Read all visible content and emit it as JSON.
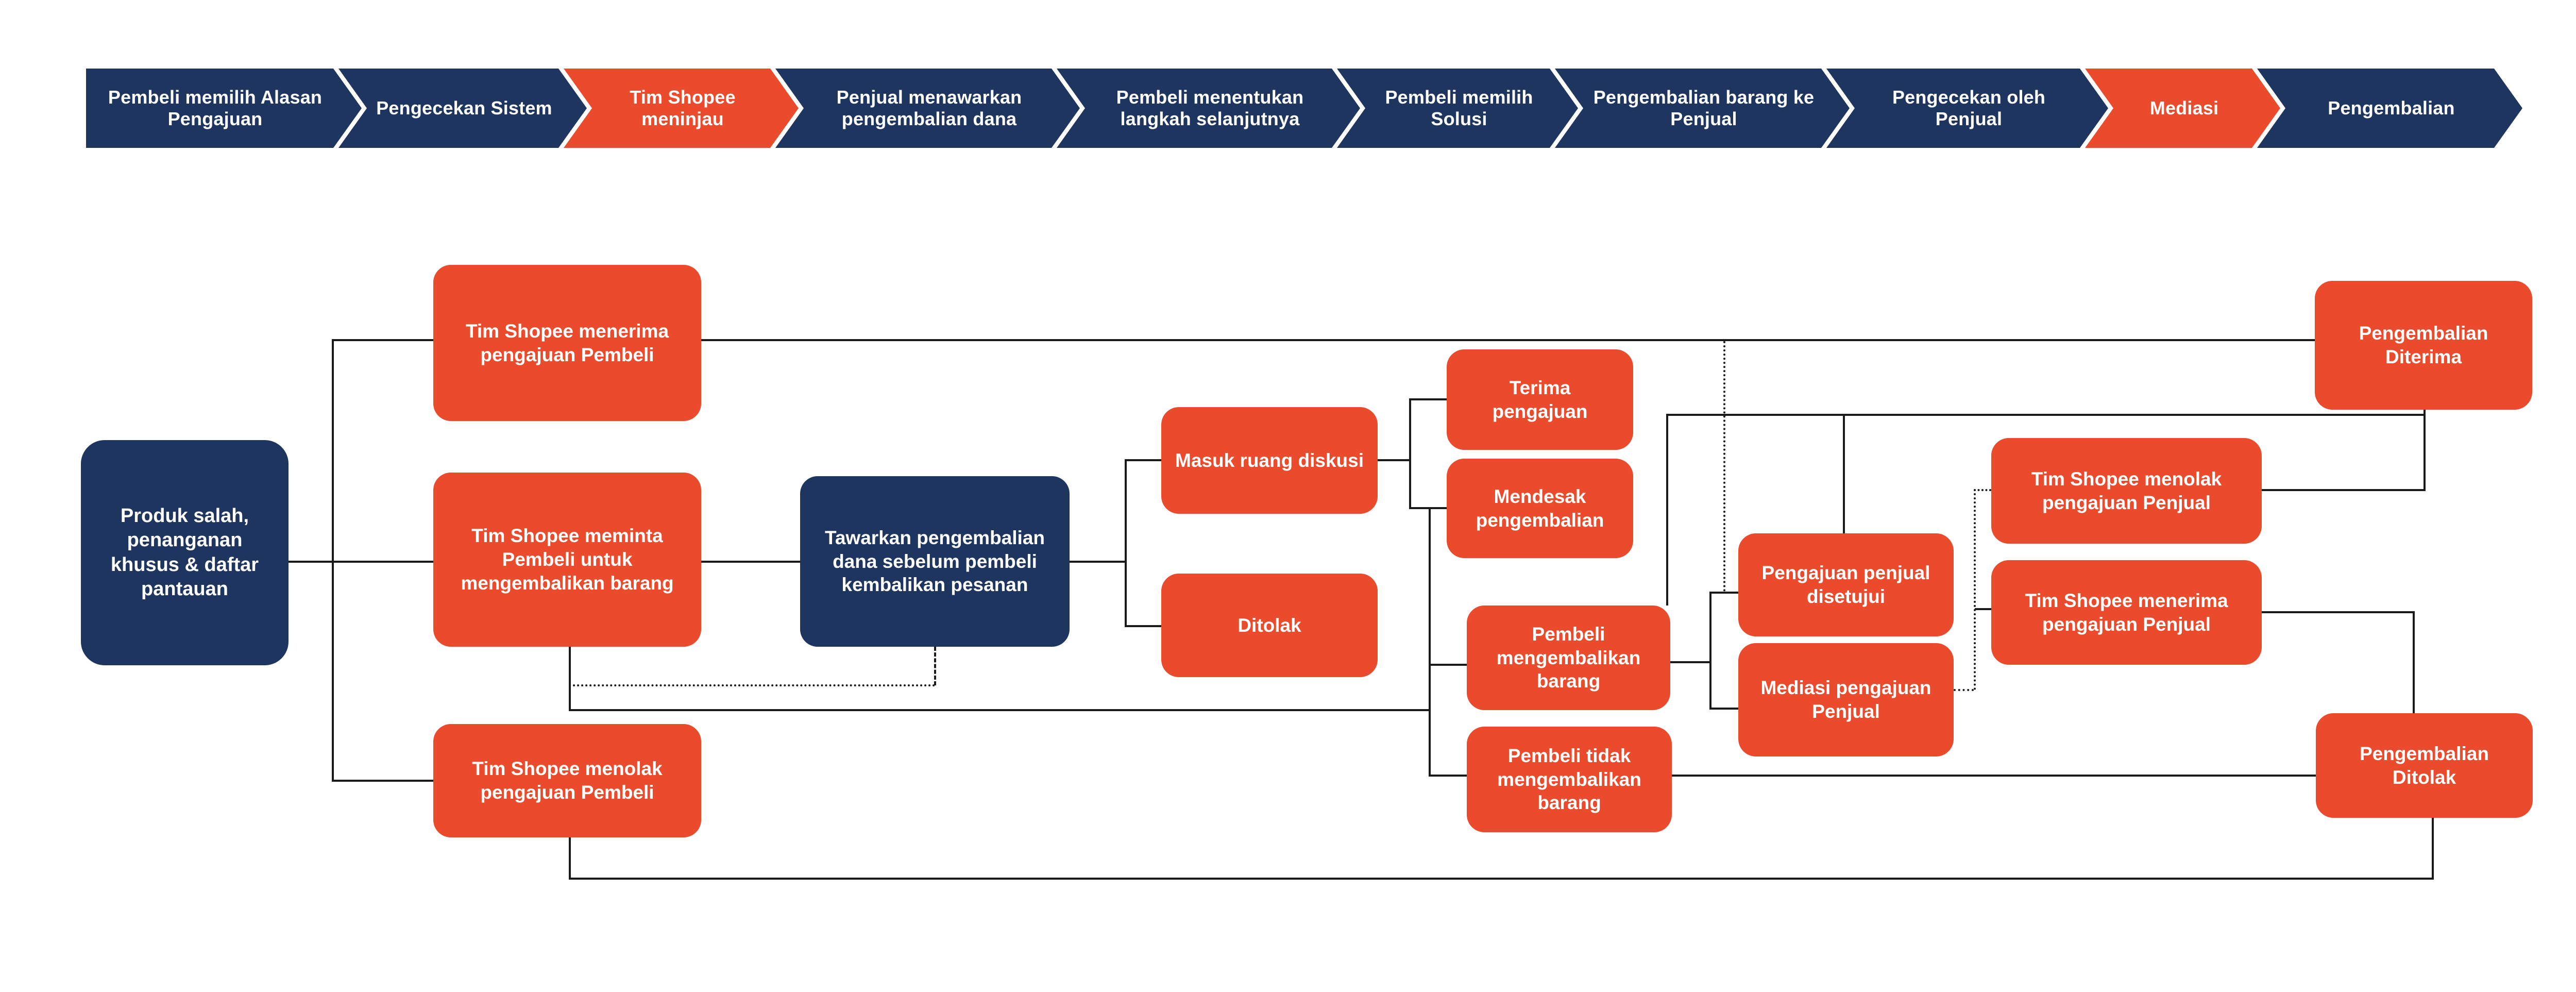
{
  "colors": {
    "navy": "#1E3560",
    "orange": "#E94B2C",
    "line": "#1A1A1A",
    "text": "#FFFFFF"
  },
  "process_bar": {
    "steps": [
      {
        "label": "Pembeli memilih Alasan Pengajuan",
        "variant": "navy"
      },
      {
        "label": "Pengecekan Sistem",
        "variant": "navy"
      },
      {
        "label": "Tim Shopee meninjau",
        "variant": "orange"
      },
      {
        "label": "Penjual menawarkan pengembalian dana",
        "variant": "navy"
      },
      {
        "label": "Pembeli menentukan langkah selanjutnya",
        "variant": "navy"
      },
      {
        "label": "Pembeli memilih Solusi",
        "variant": "navy"
      },
      {
        "label": "Pengembalian barang ke Penjual",
        "variant": "navy"
      },
      {
        "label": "Pengecekan oleh Penjual",
        "variant": "navy"
      },
      {
        "label": "Mediasi",
        "variant": "orange"
      },
      {
        "label": "Pengembalian",
        "variant": "navy"
      }
    ]
  },
  "flowchart": {
    "nodes": [
      {
        "id": "produk-salah",
        "label": "Produk salah, penanganan khusus & daftar pantauan",
        "variant": "navy"
      },
      {
        "id": "tim-menerima-pembeli",
        "label": "Tim Shopee menerima pengajuan Pembeli",
        "variant": "orange"
      },
      {
        "id": "tim-meminta-pembeli",
        "label": "Tim Shopee meminta Pembeli untuk mengembalikan barang",
        "variant": "orange"
      },
      {
        "id": "tim-menolak-pembeli",
        "label": "Tim Shopee menolak pengajuan Pembeli",
        "variant": "orange"
      },
      {
        "id": "tawarkan-pengembalian",
        "label": "Tawarkan pengembalian dana sebelum pembeli kembalikan pesanan",
        "variant": "navy"
      },
      {
        "id": "masuk-ruang-diskusi",
        "label": "Masuk ruang diskusi",
        "variant": "orange"
      },
      {
        "id": "ditolak",
        "label": "Ditolak",
        "variant": "orange"
      },
      {
        "id": "terima-pengajuan",
        "label": "Terima pengajuan",
        "variant": "orange"
      },
      {
        "id": "mendesak-pengembalian",
        "label": "Mendesak pengembalian",
        "variant": "orange"
      },
      {
        "id": "pembeli-mengembalikan",
        "label": "Pembeli mengembalikan barang",
        "variant": "orange"
      },
      {
        "id": "pembeli-tidak-mengembalikan",
        "label": "Pembeli tidak mengembalikan barang",
        "variant": "orange"
      },
      {
        "id": "pengajuan-penjual-disetujui",
        "label": "Pengajuan penjual disetujui",
        "variant": "orange"
      },
      {
        "id": "mediasi-pengajuan-penjual",
        "label": "Mediasi pengajuan Penjual",
        "variant": "orange"
      },
      {
        "id": "tim-menolak-penjual",
        "label": "Tim Shopee menolak pengajuan Penjual",
        "variant": "orange"
      },
      {
        "id": "tim-menerima-penjual",
        "label": "Tim Shopee menerima pengajuan Penjual",
        "variant": "orange"
      },
      {
        "id": "pengembalian-diterima",
        "label": "Pengembalian Diterima",
        "variant": "orange"
      },
      {
        "id": "pengembalian-ditolak",
        "label": "Pengembalian Ditolak",
        "variant": "orange"
      }
    ]
  }
}
